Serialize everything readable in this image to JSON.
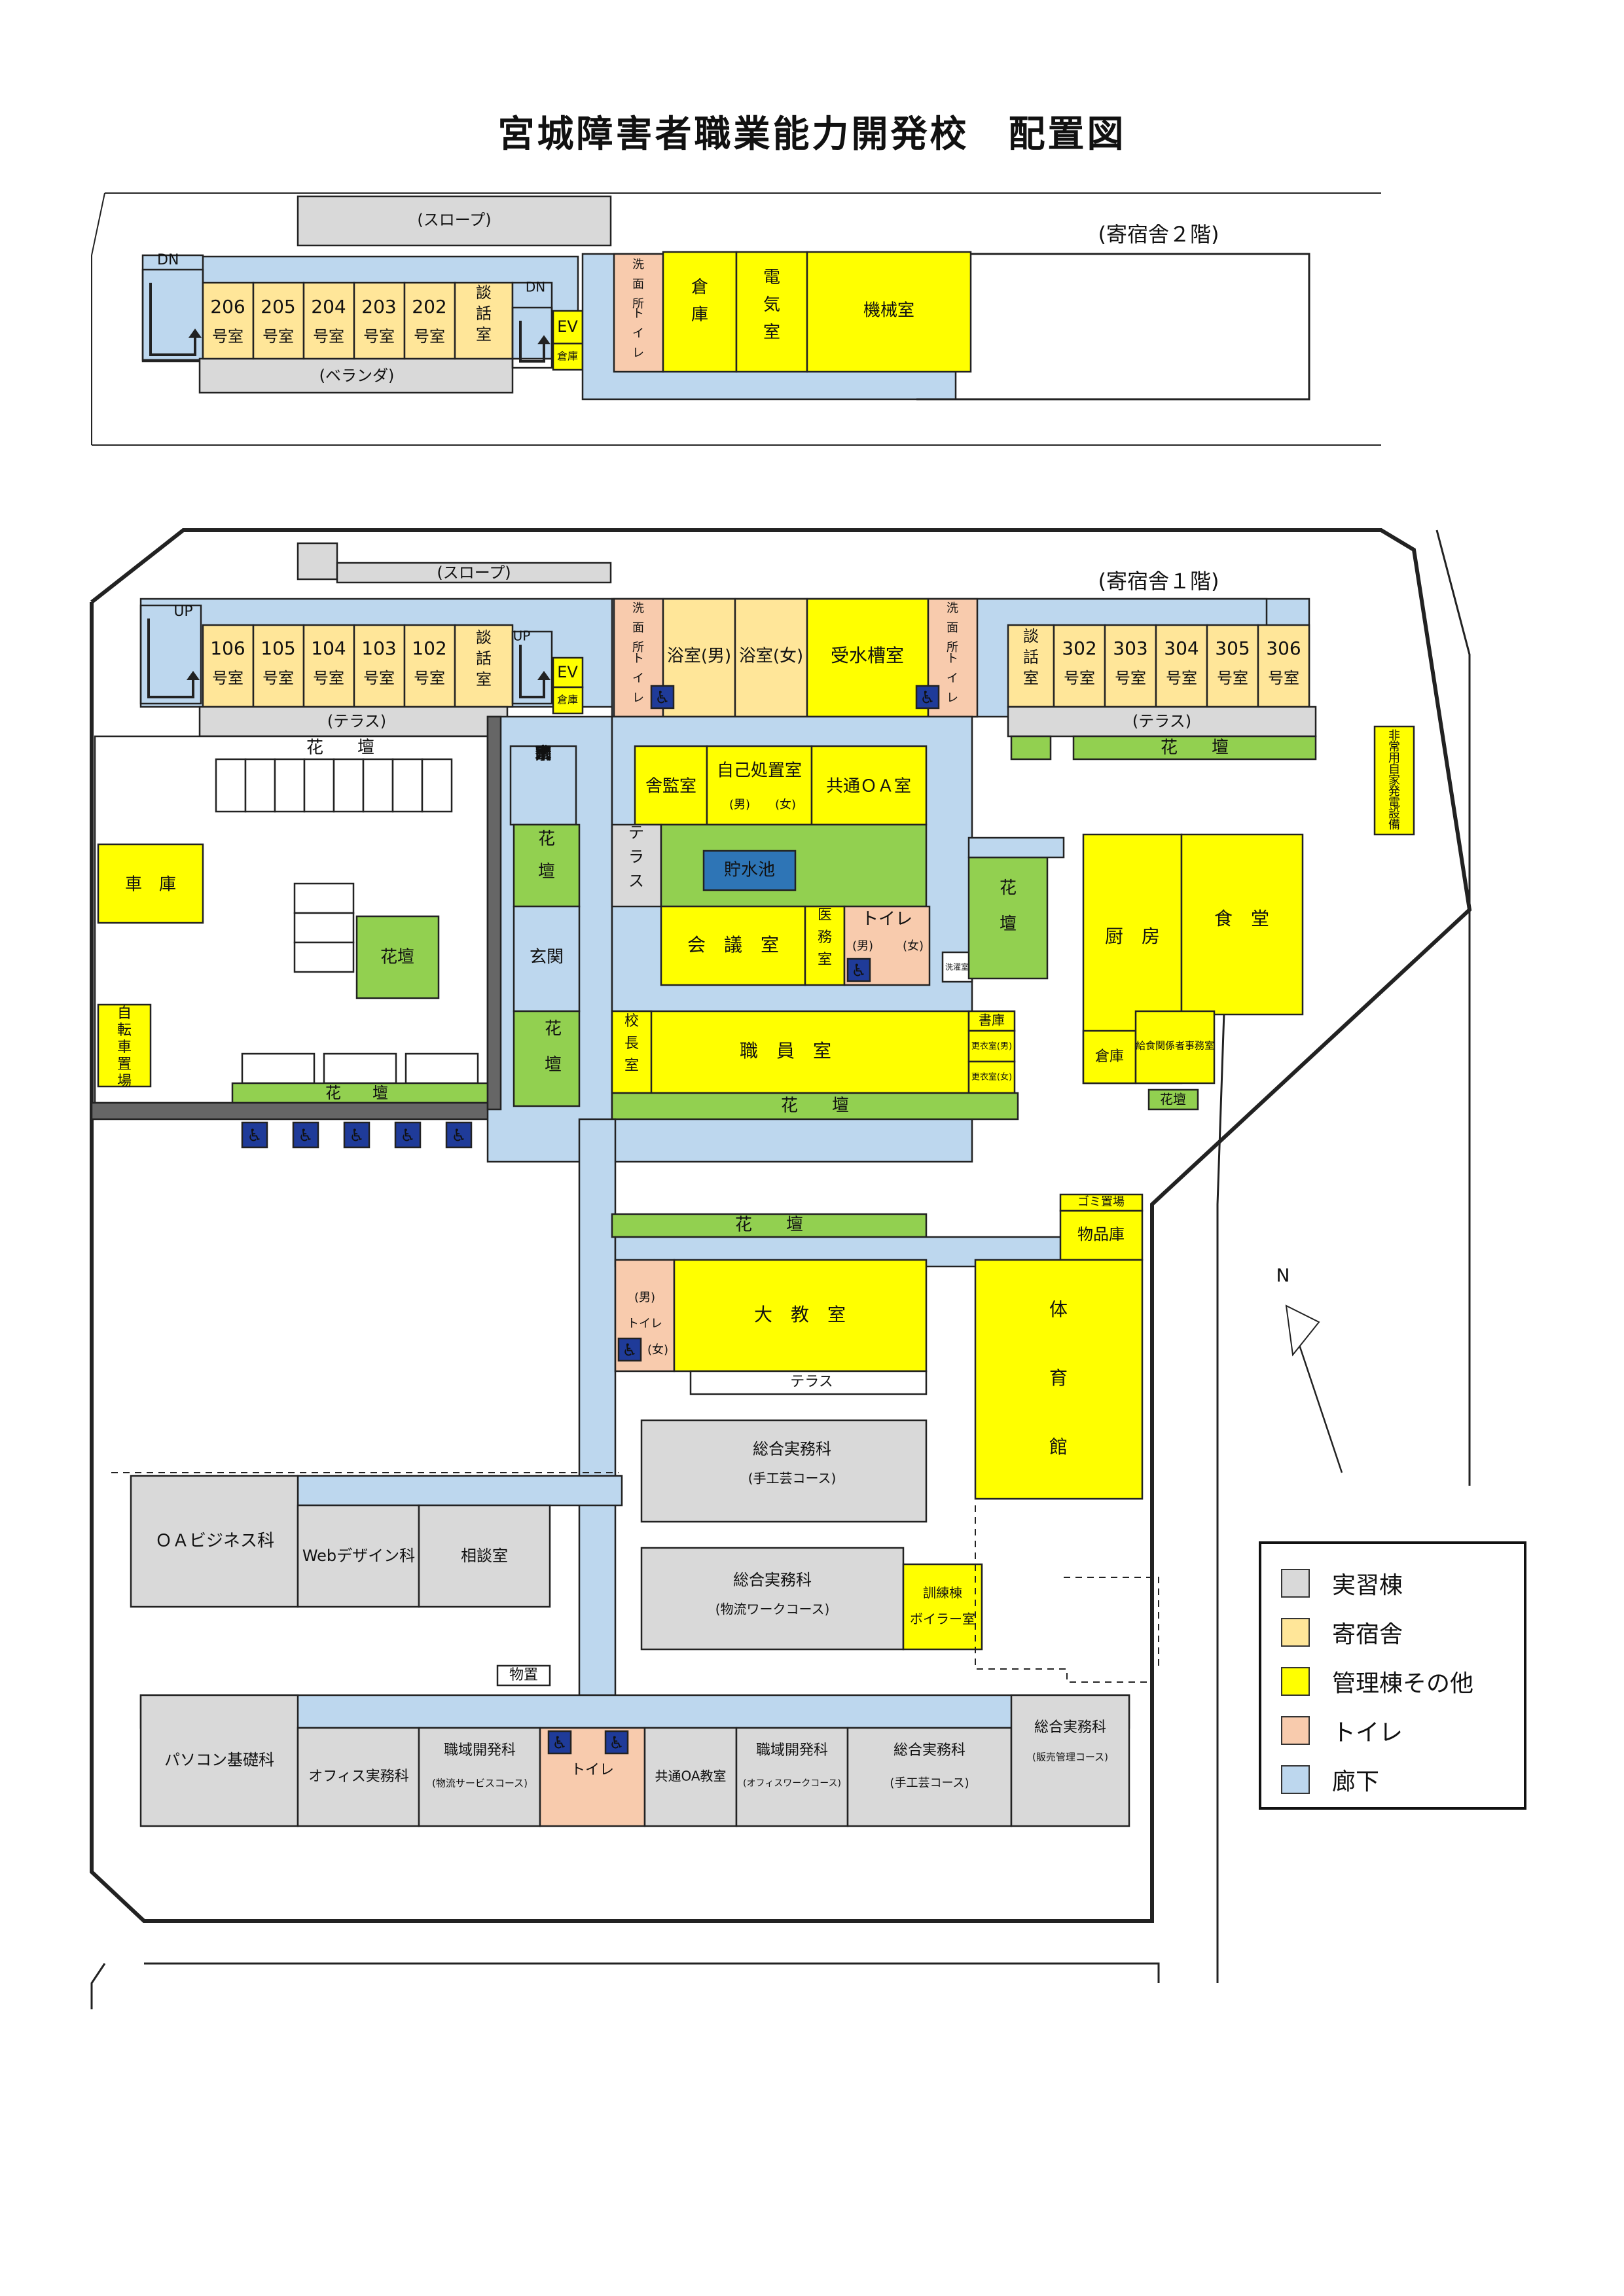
{
  "title": "宮城障害者職業能力開発校　配置図",
  "colors": {
    "practice": "#d9d9d9",
    "dorm": "#ffe699",
    "admin": "#ffff00",
    "toilet": "#f8cbad",
    "corridor": "#bdd7ee",
    "flower": "#92d050",
    "pond": "#2e75b6",
    "accessible": "#1f3b99",
    "terrace": "#d9d9d9"
  },
  "legend": [
    {
      "label": "実習棟",
      "color": "#d9d9d9"
    },
    {
      "label": "寄宿舎",
      "color": "#ffe699"
    },
    {
      "label": "管理棟その他",
      "color": "#ffff00"
    },
    {
      "label": "トイレ",
      "color": "#f8cbad"
    },
    {
      "label": "廊下",
      "color": "#bdd7ee"
    }
  ],
  "floor2": {
    "label": "(寄宿舎２階)",
    "slope": "(スロープ)",
    "veranda": "(ベランダ)",
    "dn": "DN",
    "rooms": [
      "206号室",
      "205号室",
      "204号室",
      "203号室",
      "202号室"
    ],
    "room_nums": [
      "206",
      "205",
      "204",
      "203",
      "202"
    ],
    "room_suffix": "号室",
    "lounge": "談話室",
    "ev": "EV",
    "ev_store": "倉庫",
    "wash": "洗面所",
    "toilet": "トイレ",
    "storage": "倉庫",
    "electrical": "電気室",
    "machine": "機械室"
  },
  "floor1": {
    "label": "(寄宿舎１階)",
    "slope": "(スロープ)",
    "up": "UP",
    "left_rooms": [
      "106",
      "105",
      "104",
      "103",
      "102"
    ],
    "right_rooms": [
      "302",
      "303",
      "304",
      "305",
      "306"
    ],
    "room_suffix": "号室",
    "lounge": "談話室",
    "ev": "EV",
    "ev_store": "倉庫",
    "terrace": "(テラス)",
    "wash": "洗面所",
    "toilet_v": "トイレ",
    "bath_m": "浴室(男)",
    "bath_f": "浴室(女)",
    "water_tank": "受水槽室",
    "flower_bed": "花　　壇",
    "mizuki_entrance": "瑞木寮玄関",
    "supervisor": "舎監室",
    "self_care": "自己処置室",
    "male": "(男)",
    "female": "(女)",
    "shared_oa": "共通ＯＡ室",
    "emergency_power": "非常用自家発電設備",
    "terrace_v": "テラス",
    "pond": "貯水池",
    "flower_v": "花壇",
    "entrance": "玄関",
    "meeting": "会　議　室",
    "infirmary": "医務室",
    "toilet": "トイレ",
    "washroom": "洗濯室",
    "kitchen": "厨　房",
    "dining": "食　堂",
    "storage": "倉庫",
    "catering_office": "給食関係者事務室",
    "principal": "校長室",
    "staff_room": "職　員　室",
    "archive": "書庫",
    "changing_m": "更衣室(男)",
    "changing_f": "更衣室(女)",
    "garage": "車　庫",
    "bike_parking": "自転車置場",
    "flower_center": "花壇"
  },
  "main": {
    "flower_bed": "花　　壇",
    "garbage": "ゴミ置場",
    "supplies": "物品庫",
    "gym": "体育館",
    "large_classroom": "大　教　室",
    "toilet": "トイレ",
    "male": "(男)",
    "female": "(女)",
    "terrace": "テラス",
    "crafts_title": "総合実務科",
    "crafts_course": "(手工芸コース)",
    "logistics_title": "総合実務科",
    "logistics_course": "(物流ワークコース)",
    "training_building": "訓練棟",
    "boiler": "ボイラー室",
    "oa_business": "ＯＡビジネス科",
    "web_design": "Webデザイン科",
    "consultation": "相談室",
    "storage": "物置",
    "pc_basics": "パソコン基礎科",
    "office_practice": "オフィス実務科",
    "vocational_dev_1": "職域開発科",
    "vocational_dev_1_course": "(物流サービスコース)",
    "toilet_pair": "トイレ",
    "shared_oa": "共通OA教室",
    "vocational_dev_2": "職域開発科",
    "vocational_dev_2_course": "(オフィスワークコース)",
    "general_crafts": "総合実務科",
    "general_crafts_course": "(手工芸コース)",
    "general_sales": "総合実務科",
    "general_sales_course": "(販売管理コース)"
  },
  "north": "N"
}
